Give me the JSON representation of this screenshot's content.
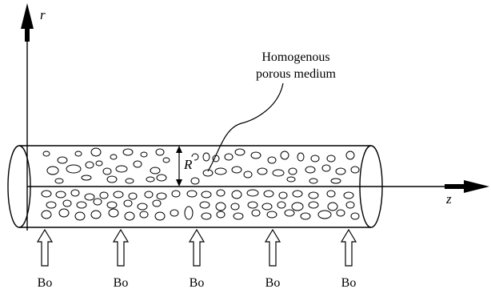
{
  "axes": {
    "vertical_label": "r",
    "horizontal_label": "z"
  },
  "radius_label": "R",
  "annotation": {
    "line1": "Homogenous",
    "line2": "porous medium"
  },
  "inlet_arrows": {
    "count": 5,
    "label": "Bo"
  },
  "colors": {
    "stroke": "#000000",
    "background": "#ffffff"
  }
}
